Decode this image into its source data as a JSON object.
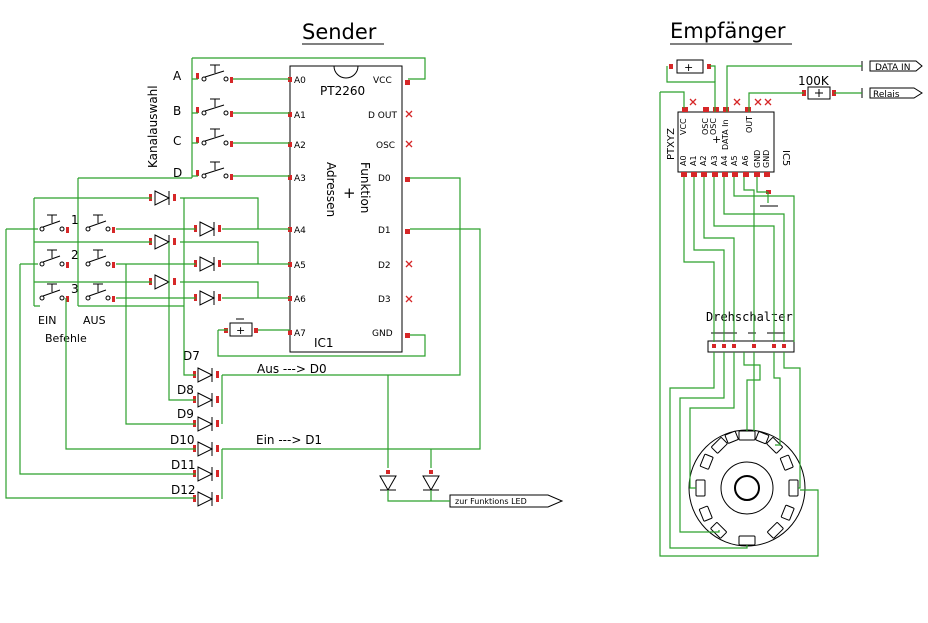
{
  "titles": {
    "sender": "Sender",
    "receiver": "Empfänger"
  },
  "sender": {
    "channel_select": "Kanalauswahl",
    "channels": [
      "A",
      "B",
      "C",
      "D"
    ],
    "cmd_numbers": [
      "1",
      "2",
      "3"
    ],
    "on_label": "EIN",
    "off_label": "AUS",
    "commands": "Befehle",
    "ic_name": "PT2260",
    "ic_ref": "IC1",
    "ic_left_pins": [
      "A0",
      "A1",
      "A2",
      "A3",
      "A4",
      "A5",
      "A6",
      "A7"
    ],
    "ic_right_pins": [
      "VCC",
      "D OUT",
      "OSC",
      "D0",
      "D1",
      "D2",
      "D3",
      "GND"
    ],
    "ic_body_addr": "Adressen",
    "ic_body_plus": "+",
    "ic_body_func": "Funktion",
    "diodes": [
      "D7",
      "D8",
      "D9",
      "D10",
      "D11",
      "D12"
    ],
    "aus_to_d0": "Aus ---> D0",
    "ein_to_d1": "Ein ---> D1",
    "led_label": "zur Funktions LED",
    "battery_sign": "+"
  },
  "receiver": {
    "ic_name": "PTXYZ",
    "ic_ref": "IC5",
    "top_pins": [
      "VCC",
      "OSC",
      "OSC",
      "DATA In",
      "OUT"
    ],
    "top_plus": "+",
    "bottom_pins": [
      "A0",
      "A1",
      "A2",
      "A3",
      "A4",
      "A5",
      "A6",
      "GND",
      "GND"
    ],
    "data_in": "DATA IN",
    "relais": "Relais",
    "resistor": "100K",
    "rotary_switch": "Drehschalter",
    "battery_sign": "+"
  },
  "colors": {
    "wire": "#2ca02c",
    "pad": "#d62728",
    "component": "#000000"
  }
}
